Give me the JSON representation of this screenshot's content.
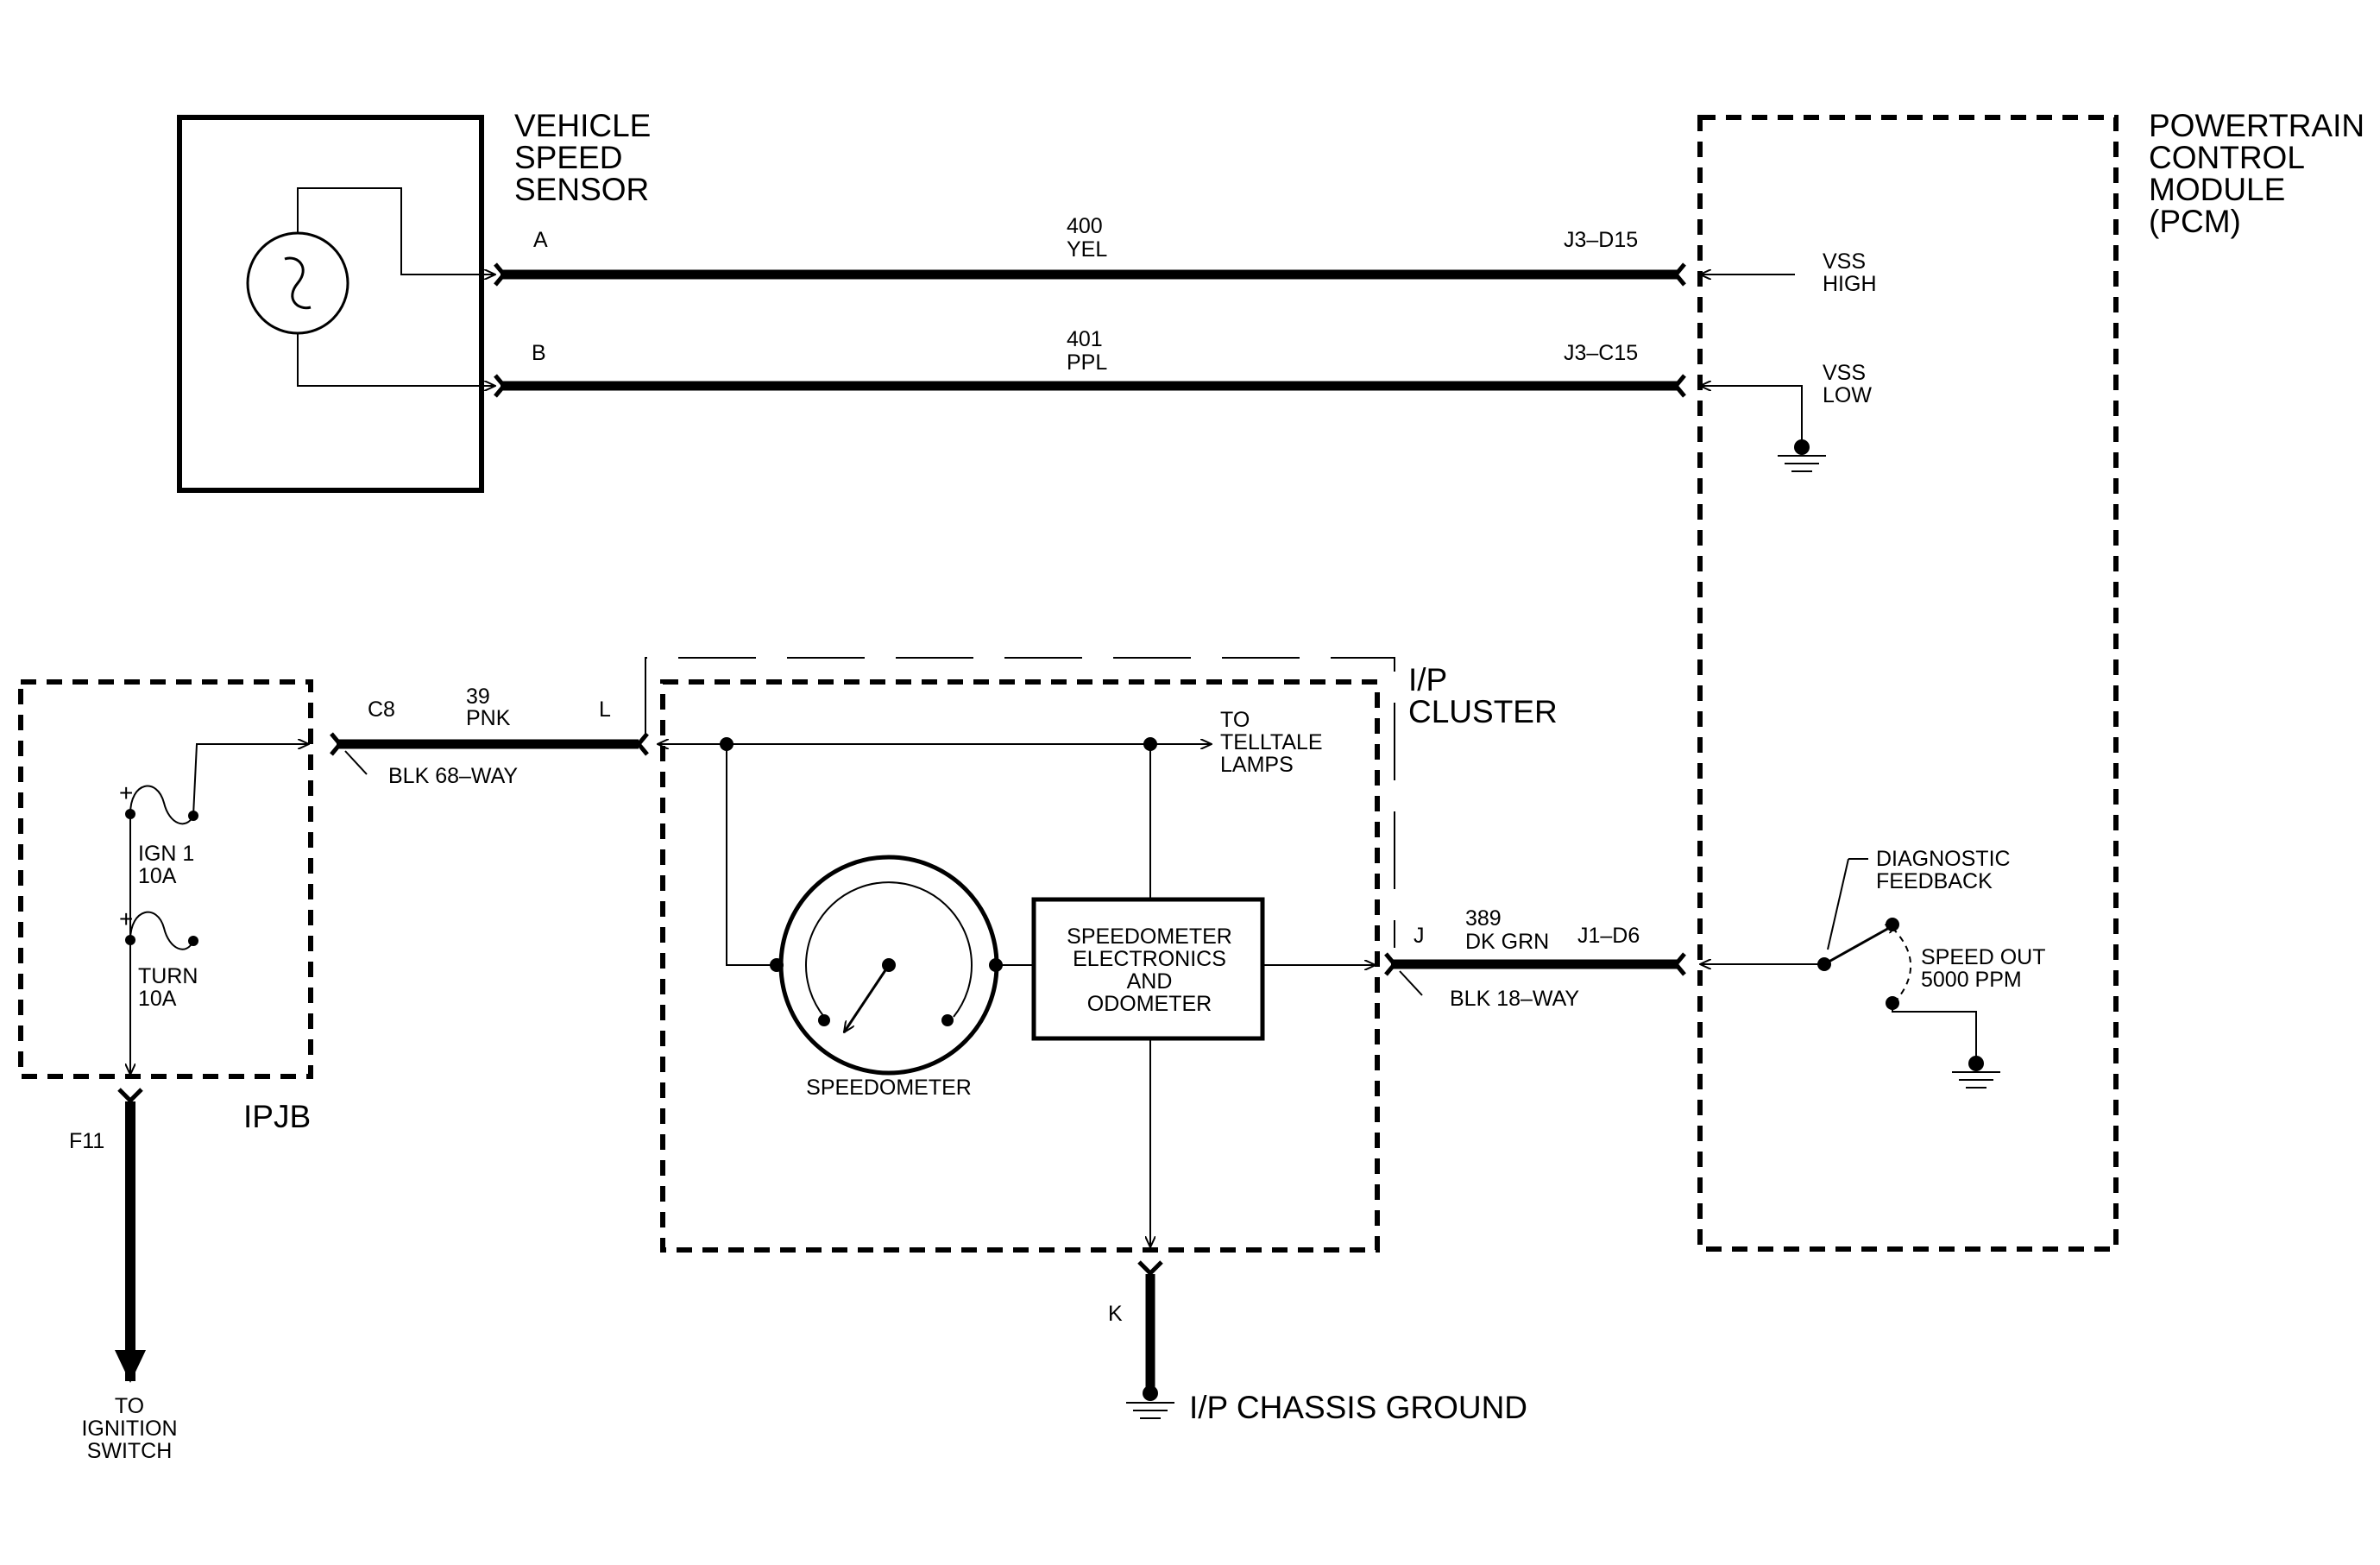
{
  "vehicle_speed_sensor": {
    "title": [
      "VEHICLE",
      "SPEED",
      "SENSOR"
    ]
  },
  "pcm": {
    "title": [
      "POWERTRAIN",
      "CONTROL",
      "MODULE",
      "(PCM)"
    ],
    "vss_high": [
      "VSS",
      "HIGH"
    ],
    "vss_low": [
      "VSS",
      "LOW"
    ],
    "diagnostic_feedback": [
      "DIAGNOSTIC",
      "FEEDBACK"
    ],
    "speed_out": [
      "SPEED OUT",
      "5000 PPM"
    ]
  },
  "wire_a": {
    "pin": "A",
    "circuit": "400",
    "color": "YEL",
    "pcm_pin": "J3–D15"
  },
  "wire_b": {
    "pin": "B",
    "circuit": "401",
    "color": "PPL",
    "pcm_pin": "J3–C15"
  },
  "wire_39": {
    "pin_left": "C8",
    "circuit": "39",
    "color": "PNK",
    "pin_right": "L",
    "connector": "BLK  68–WAY"
  },
  "wire_389": {
    "pin_left": "J",
    "circuit": "389",
    "color": "DK GRN",
    "pcm_pin": "J1–D6",
    "connector": "BLK  18–WAY"
  },
  "ip_cluster": {
    "title": [
      "I/P",
      "CLUSTER"
    ],
    "telltale": [
      "TO",
      "TELLTALE",
      "LAMPS"
    ],
    "speedometer_label": "SPEEDOMETER",
    "electronics": [
      "SPEEDOMETER",
      "ELECTRONICS",
      "AND",
      "ODOMETER"
    ],
    "ground_pin": "K",
    "ground_label": "I/P CHASSIS GROUND"
  },
  "ipjb": {
    "title": "IPJB",
    "fuse1": [
      "IGN 1",
      "10A"
    ],
    "fuse2": [
      "TURN",
      "10A"
    ],
    "plus": "+",
    "pin": "F11",
    "to_ignition": [
      "TO",
      "IGNITION",
      "SWITCH"
    ]
  }
}
